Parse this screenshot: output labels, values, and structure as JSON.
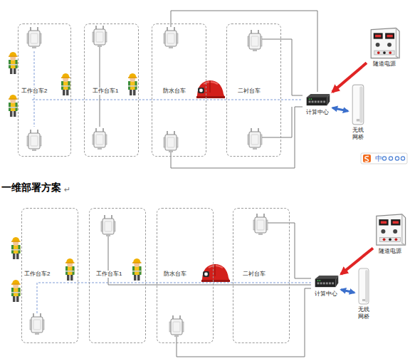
{
  "diagram": {
    "nodes": [
      {
        "text": [
          "工作台车2"
        ]
      },
      {
        "text": [
          "工作台车1"
        ]
      },
      {
        "text": [
          "防水台车"
        ]
      },
      {
        "text": [
          "二衬台车"
        ]
      },
      {
        "text": [
          "隧道电源"
        ]
      },
      {
        "text": [
          "计算中心"
        ]
      },
      {
        "text": [
          "无线 网桥"
        ]
      },
      {
        "text": [
          "工作台车2"
        ]
      },
      {
        "text": [
          "工作台车1"
        ]
      },
      {
        "text": [
          "防水台车"
        ]
      },
      {
        "text": [
          "二衬台车"
        ]
      },
      {
        "text": [
          "隧道电源"
        ]
      },
      {
        "text": [
          "计算中心"
        ]
      },
      {
        "text": [
          "无线 网桥"
        ]
      }
    ],
    "edges": [
      {
        "from": 4,
        "to": 5,
        "arrow": "to"
      },
      {
        "from": 5,
        "to": 6,
        "arrow": "both"
      },
      {
        "from": 11,
        "to": 12,
        "arrow": "to"
      },
      {
        "from": 12,
        "to": 13,
        "arrow": "both"
      }
    ],
    "labels": [
      "一维部署方案",
      "↵",
      "中"
    ]
  }
}
